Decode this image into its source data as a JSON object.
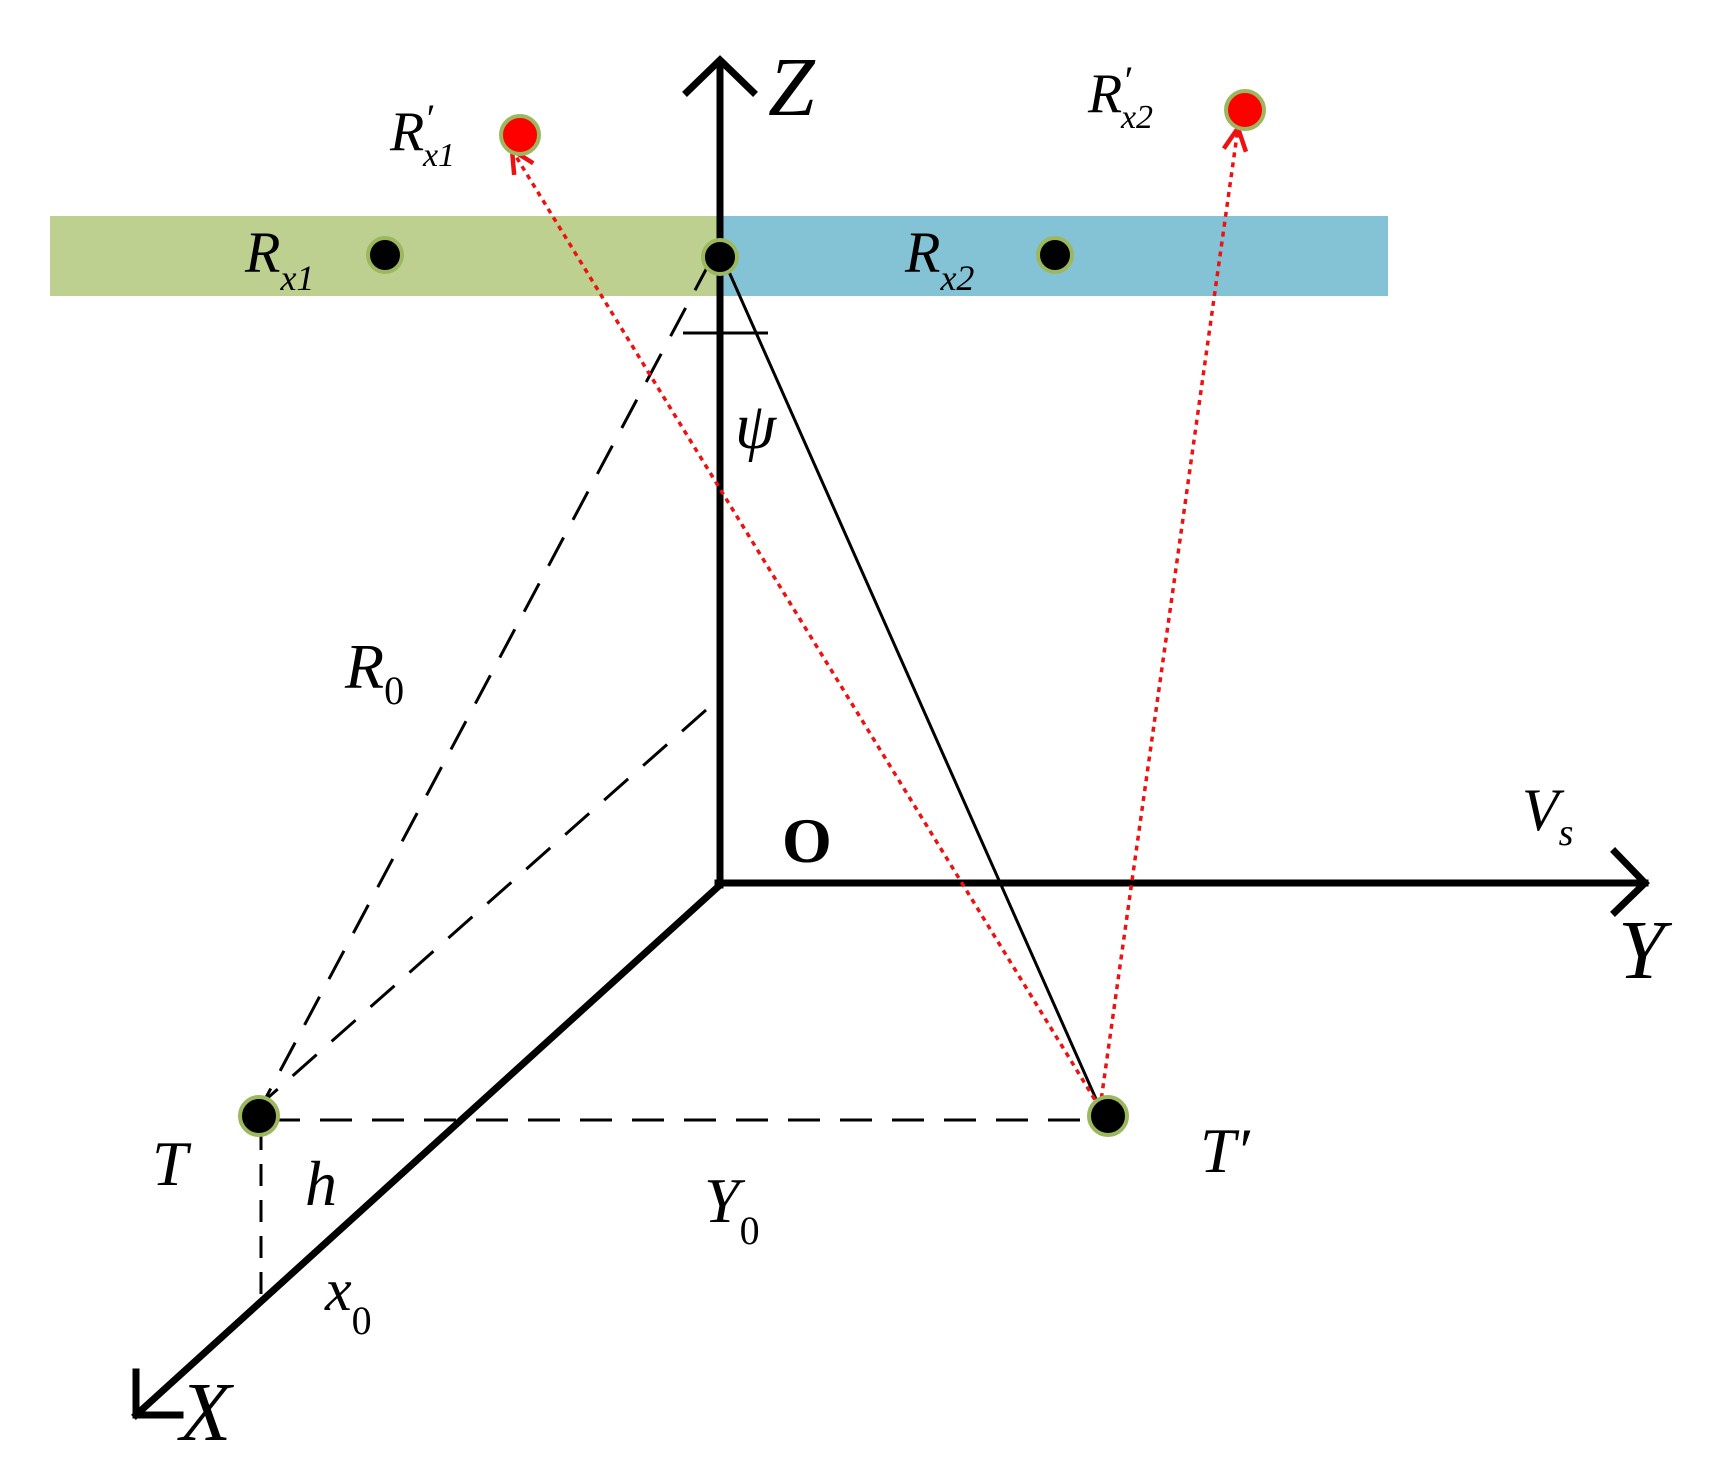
{
  "labels": {
    "z_axis": "Z",
    "y_axis": "Y",
    "x_axis": "X",
    "origin": "O",
    "velocity_main": "V",
    "velocity_sub": "s",
    "rx1_main": "R",
    "rx1_sub": "x1",
    "rx2_main": "R",
    "rx2_sub": "x2",
    "rx1p_main": "R",
    "rx1p_prime": "′",
    "rx1p_sub": "x1",
    "rx2p_main": "R",
    "rx2p_prime": "′",
    "rx2p_sub": "x2",
    "psi": "ψ",
    "r0_main": "R",
    "r0_sub": "0",
    "t": "T",
    "tp": "T′",
    "h": "h",
    "y0_main": "Y",
    "y0_sub": "0",
    "x0_main": "x",
    "x0_sub": "0"
  },
  "colors": {
    "green_band": "#bdd08f",
    "blue_band": "#84c3d5",
    "red_point": "#ff0000",
    "point_ring": "#9cb85e",
    "axis": "#000000",
    "dotted_path": "#ee1111"
  }
}
